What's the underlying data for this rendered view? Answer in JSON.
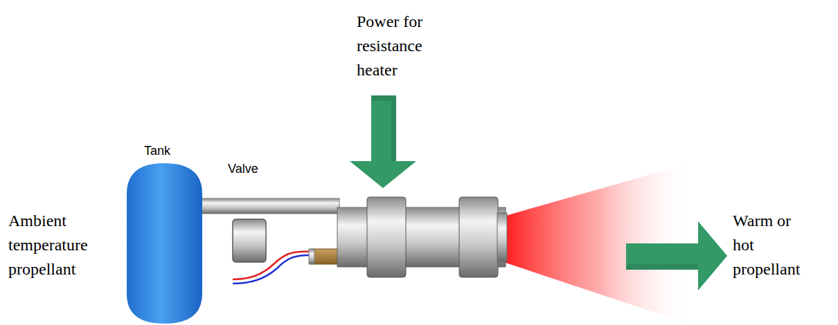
{
  "diagram": {
    "labels": [
      "Power for resistance heater",
      "Tank",
      "Valve",
      "Ambient temperature propellant",
      "Warm or hot propellant"
    ]
  }
}
